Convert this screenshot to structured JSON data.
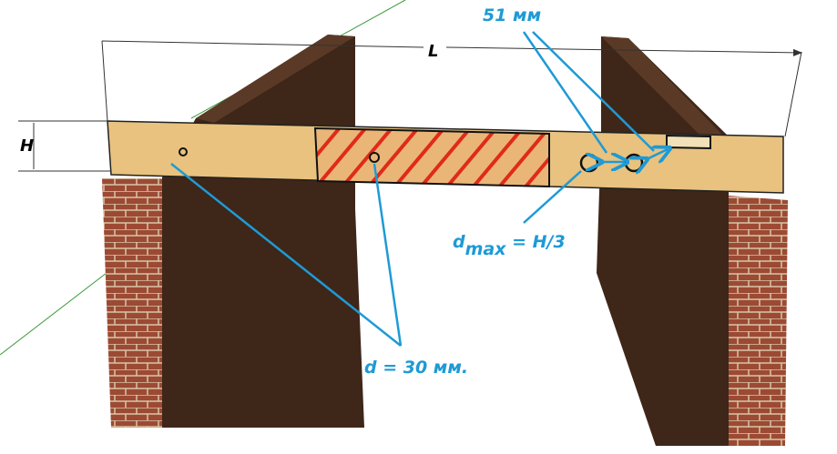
{
  "labels": {
    "length": "L",
    "height": "H",
    "spacing": "51 мм",
    "hole_diameter": "d = 30 мм.",
    "dmax_prefix": "d",
    "dmax_sub": "max",
    "dmax_rest": " = H/3"
  },
  "colors": {
    "annotation": "#1e9ad6",
    "beam": "#e8c27e",
    "hatch": "#e02a1a",
    "brick": "#a8533a",
    "wall_dark": "#3a2418"
  }
}
